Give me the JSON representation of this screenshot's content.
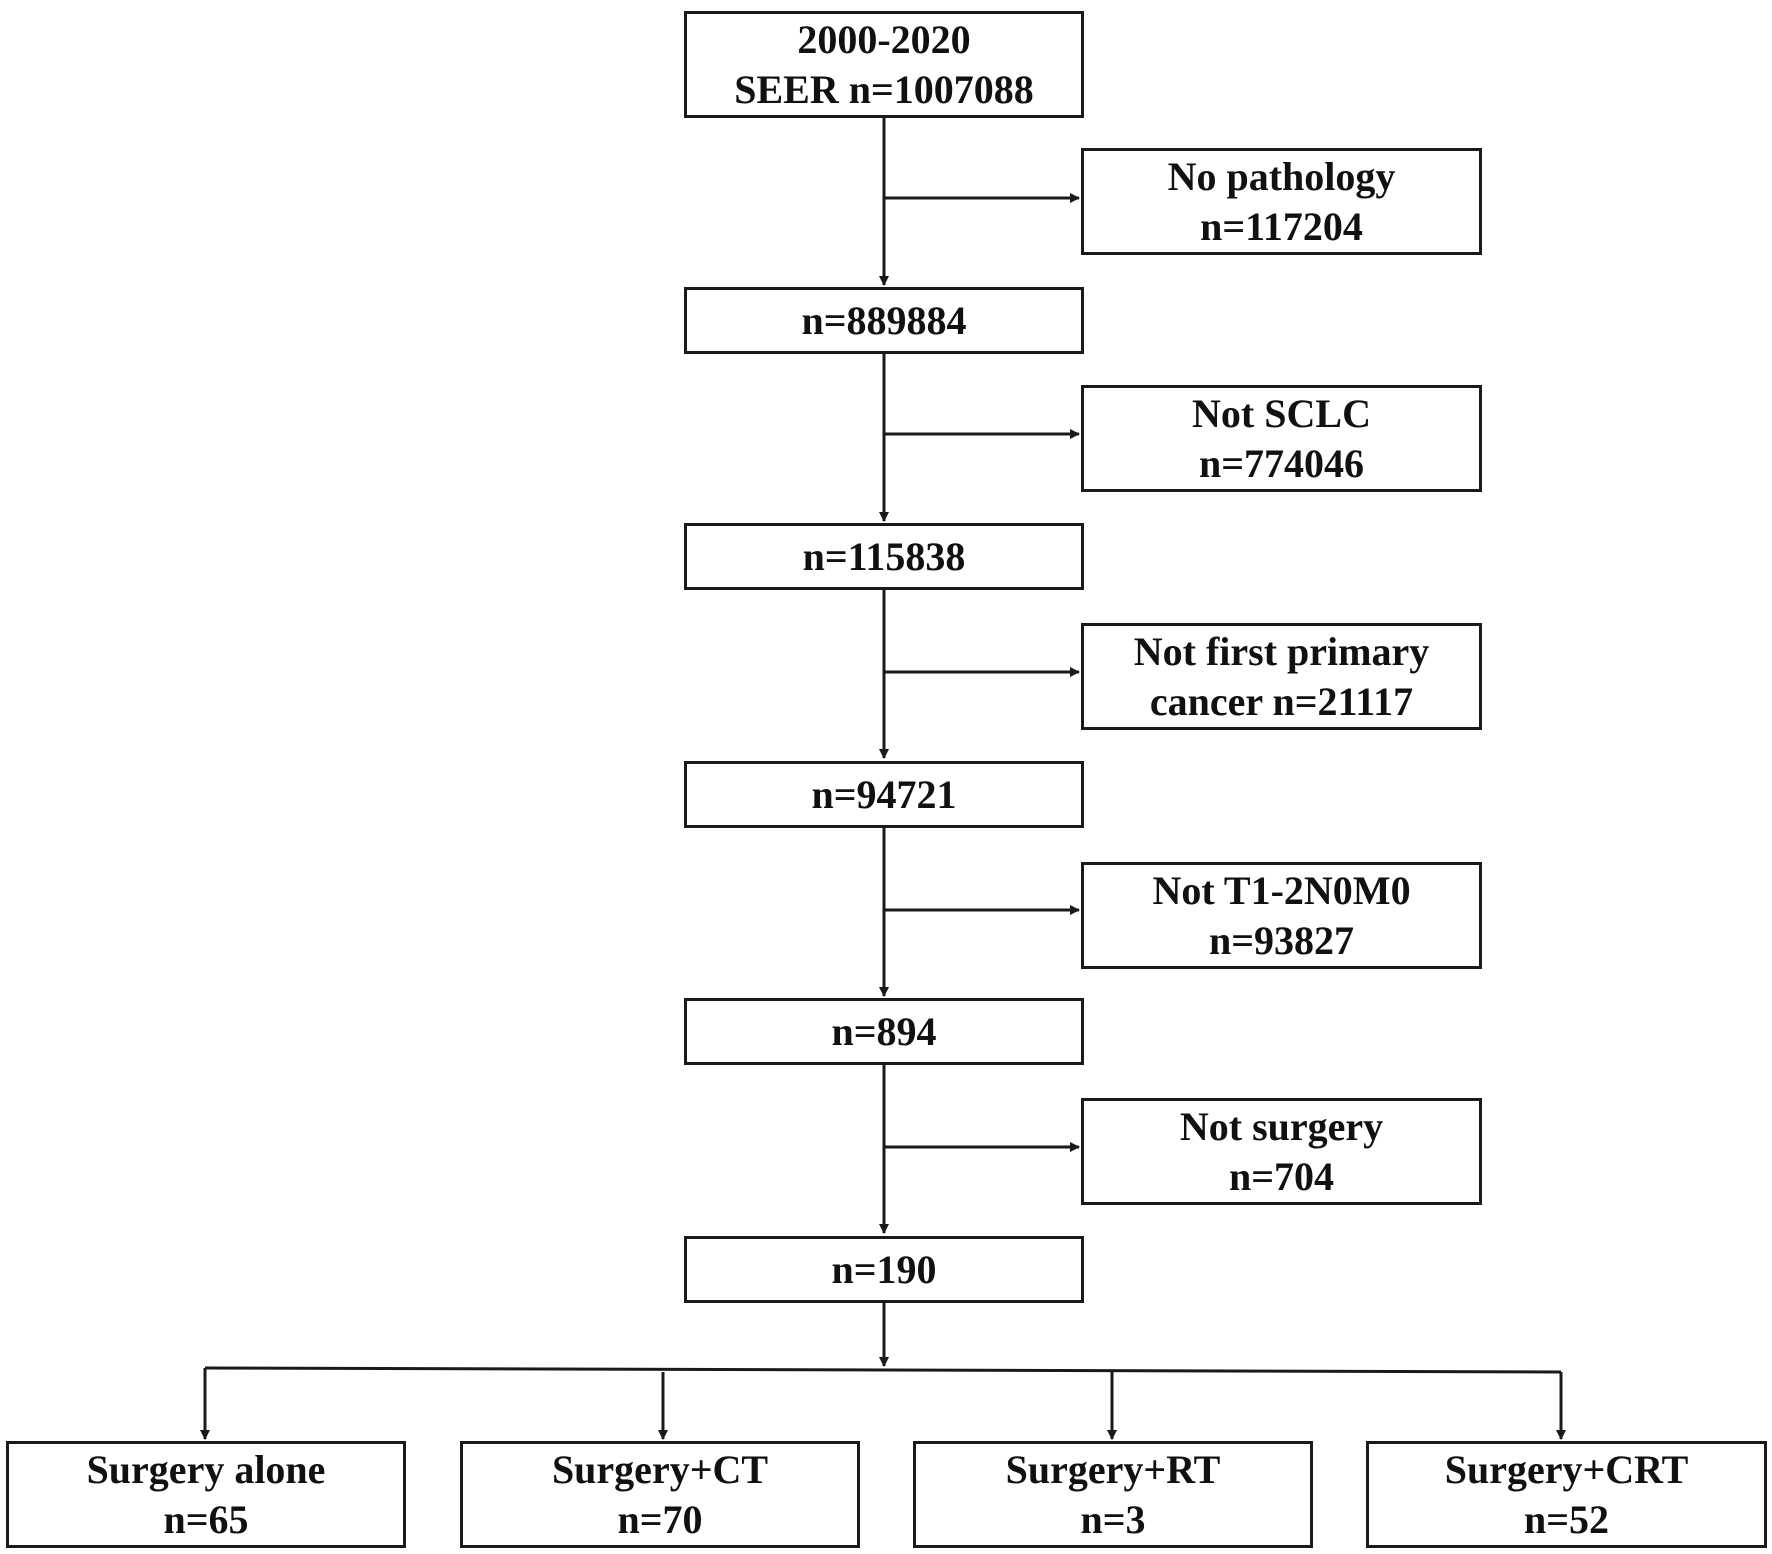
{
  "diagram": {
    "start": {
      "line1": "2000-2020",
      "line2": "SEER n=1007088"
    },
    "main_steps": [
      {
        "label": "n=889884"
      },
      {
        "label": "n=115838"
      },
      {
        "label": "n=94721"
      },
      {
        "label": "n=894"
      },
      {
        "label": "n=190"
      }
    ],
    "exclusions": [
      {
        "line1": "No pathology",
        "line2": "n=117204"
      },
      {
        "line1": "Not SCLC",
        "line2": "n=774046"
      },
      {
        "line1": "Not first primary",
        "line2": "cancer n=21117"
      },
      {
        "line1": "Not T1-2N0M0",
        "line2": "n=93827"
      },
      {
        "line1": "Not surgery",
        "line2": "n=704"
      }
    ],
    "groups": [
      {
        "line1": "Surgery alone",
        "line2": "n=65"
      },
      {
        "line1": "Surgery+CT",
        "line2": "n=70"
      },
      {
        "line1": "Surgery+RT",
        "line2": "n=3"
      },
      {
        "line1": "Surgery+CRT",
        "line2": "n=52"
      }
    ],
    "colors": {
      "stroke": "#1a1a1a",
      "text": "#111111",
      "background": "#ffffff"
    }
  }
}
